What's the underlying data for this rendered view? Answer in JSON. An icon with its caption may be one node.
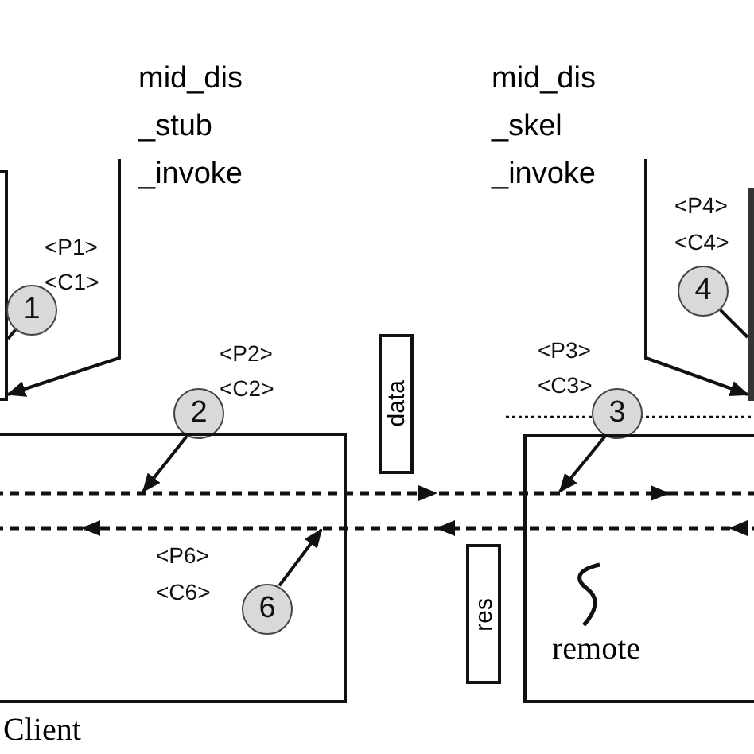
{
  "diagram": {
    "nodes": [
      {
        "text": [],
        "shape": "box"
      },
      {
        "text": [],
        "shape": "bar"
      },
      {
        "text": [
          "1"
        ],
        "beside": [
          "<P1>",
          "<C1>"
        ]
      },
      {
        "text": [
          "4"
        ],
        "beside": [
          "<P4>",
          "<C4>"
        ]
      },
      {
        "text": [
          "data"
        ]
      },
      {
        "text": [
          "2"
        ],
        "beside": [
          "<P2>",
          "<C2>"
        ]
      },
      {
        "text": [
          "3"
        ],
        "beside": [
          "<P3>",
          "<C3>"
        ]
      },
      {
        "text": [
          "Client"
        ]
      },
      {
        "text": [
          "remote"
        ]
      },
      {
        "text": [
          "res"
        ]
      },
      {
        "text": [
          "6"
        ],
        "beside": [
          "<P6>",
          "<C6>"
        ],
        "in": 7
      }
    ],
    "edges": [
      {
        "from": null,
        "to": 0,
        "arrow": "to"
      },
      {
        "from": 2,
        "to": 0,
        "arrow": "none"
      },
      {
        "from": null,
        "to": 1,
        "arrow": "to"
      },
      {
        "from": 3,
        "to": 1,
        "arrow": "none"
      },
      {
        "from": 5,
        "to": 7,
        "arrow": "to"
      },
      {
        "from": 6,
        "to": 8,
        "arrow": "to"
      },
      {
        "from": 10,
        "to": 7,
        "arrow": "to"
      },
      {
        "from": 7,
        "to": 8,
        "arrow": "to",
        "style": "dashed"
      },
      {
        "from": 8,
        "to": 7,
        "arrow": "to",
        "style": "dashed"
      }
    ],
    "labels": [
      "mid_dis _stub _invoke",
      "mid_dis _skel _invoke"
    ]
  }
}
